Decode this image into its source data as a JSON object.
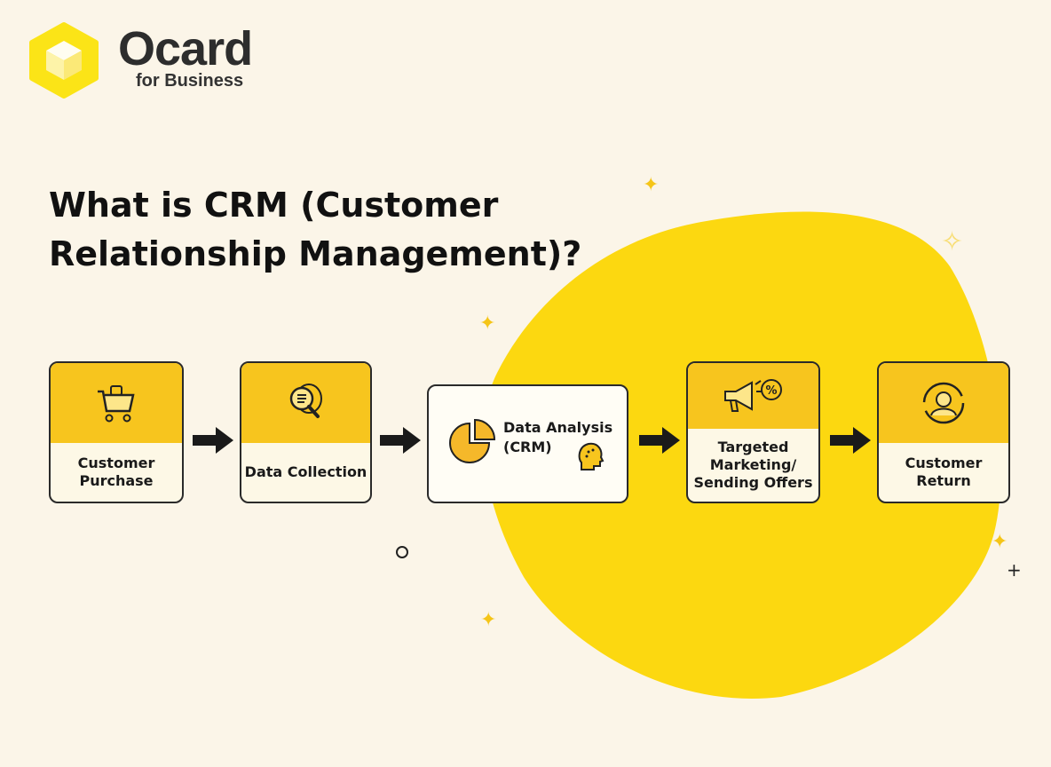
{
  "logo": {
    "name": "Ocard",
    "tagline": "for Business"
  },
  "title": "What is CRM (Customer Relationship Management)?",
  "steps": [
    {
      "label": "Customer Purchase",
      "icon": "shopping-cart-icon"
    },
    {
      "label": "Data Collection",
      "icon": "database-search-icon"
    },
    {
      "label": "Data Analysis (CRM)",
      "icon": "pie-chart-icon"
    },
    {
      "label": "Targeted Marketing/ Sending Offers",
      "icon": "megaphone-icon"
    },
    {
      "label": "Customer Return",
      "icon": "returning-customer-icon"
    }
  ],
  "colors": {
    "accent": "#f7c51e",
    "blob": "#fcd810",
    "background": "#fbf5e8"
  }
}
